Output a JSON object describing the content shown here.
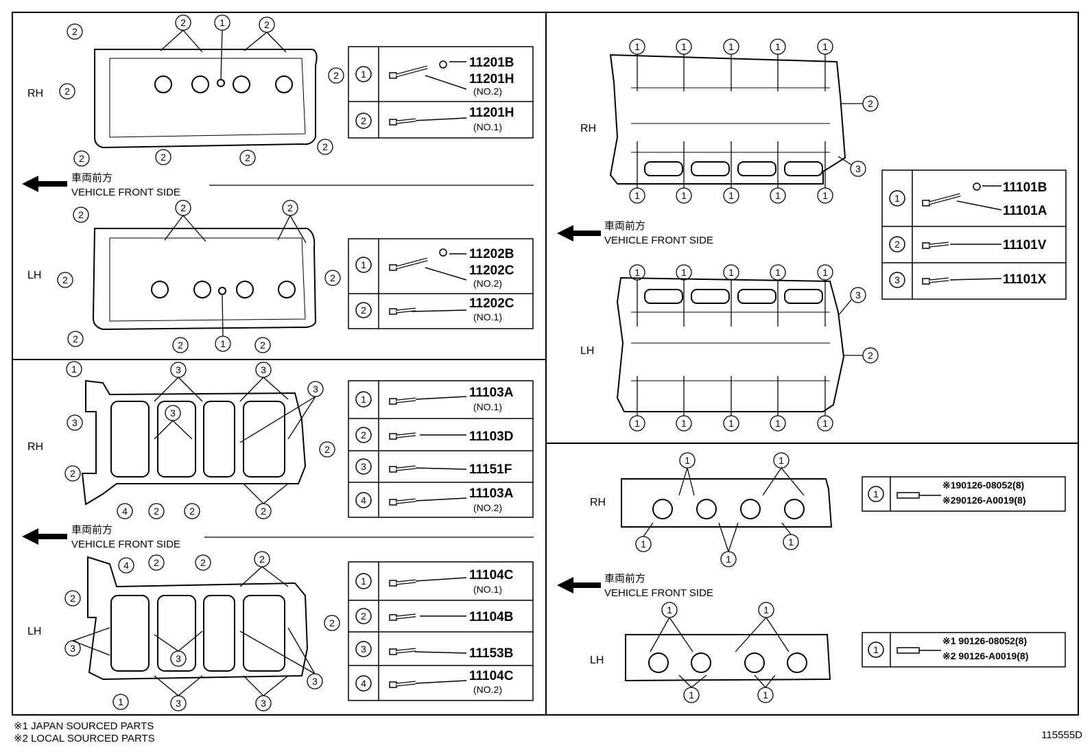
{
  "front_arrow": {
    "jp": "車両前方",
    "en": "VEHICLE FRONT SIDE"
  },
  "sides": {
    "rh": "RH",
    "lh": "LH"
  },
  "callouts": {
    "c1": "1",
    "c2": "2",
    "c3": "3",
    "c4": "4"
  },
  "tables": {
    "cover_rh": [
      {
        "num": "1",
        "part": "11201B",
        "part2": "11201H",
        "sub": "(NO.2)"
      },
      {
        "num": "2",
        "part": "11201H",
        "sub": "(NO.1)"
      }
    ],
    "cover_lh": [
      {
        "num": "1",
        "part": "11202B",
        "part2": "11202C",
        "sub": "(NO.2)"
      },
      {
        "num": "2",
        "part": "11202C",
        "sub": "(NO.1)"
      }
    ],
    "carrier_rh": [
      {
        "num": "1",
        "part": "11103A",
        "sub": "(NO.1)"
      },
      {
        "num": "2",
        "part": "11103D"
      },
      {
        "num": "3",
        "part": "11151F"
      },
      {
        "num": "4",
        "part": "11103A",
        "sub": "(NO.2)"
      }
    ],
    "carrier_lh": [
      {
        "num": "1",
        "part": "11104C",
        "sub": "(NO.1)"
      },
      {
        "num": "2",
        "part": "11104B"
      },
      {
        "num": "3",
        "part": "11153B"
      },
      {
        "num": "4",
        "part": "11104C",
        "sub": "(NO.2)"
      }
    ],
    "head": [
      {
        "num": "1",
        "part": "11101B",
        "part2": "11101A"
      },
      {
        "num": "2",
        "part": "11101V"
      },
      {
        "num": "3",
        "part": "11101X"
      }
    ],
    "studs_rh": {
      "num": "1",
      "line1": "※190126-08052(8)",
      "line2": "※290126-A0019(8)"
    },
    "studs_lh": {
      "num": "1",
      "line1": "※1 90126-08052(8)",
      "line2": "※2 90126-A0019(8)"
    }
  },
  "footnotes": {
    "note1": "※1 JAPAN SOURCED PARTS",
    "note2": "※2 LOCAL SOURCED PARTS"
  },
  "figure_id": "115555D"
}
